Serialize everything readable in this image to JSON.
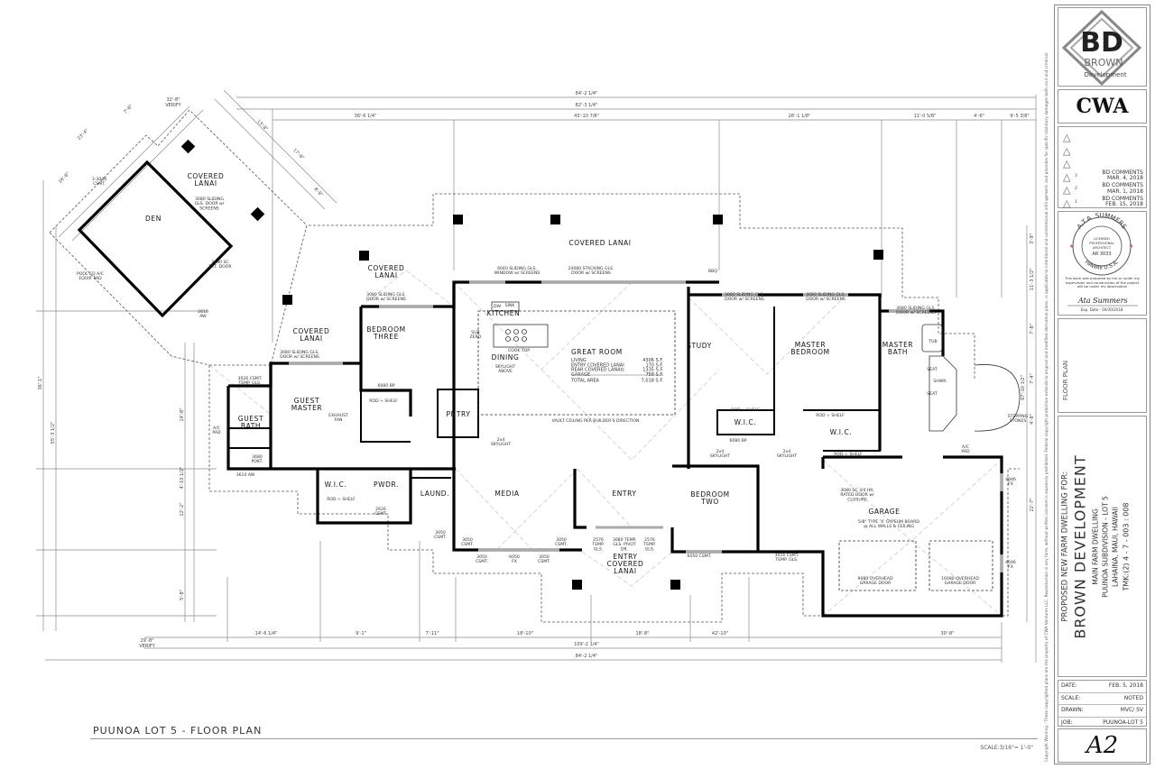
{
  "plan": {
    "rooms": [
      {
        "lines": [
          "COVERED",
          "LANAI"
        ]
      },
      {
        "lines": [
          "DEN"
        ]
      },
      {
        "lines": [
          "COVERED",
          "LANAI"
        ]
      },
      {
        "lines": [
          "COVERED LANAI"
        ]
      },
      {
        "lines": [
          "COVERED",
          "LANAI"
        ]
      },
      {
        "lines": [
          "BEDROOM",
          "THREE"
        ]
      },
      {
        "lines": [
          "GUEST",
          "MASTER"
        ]
      },
      {
        "lines": [
          "GUEST",
          "BATH"
        ]
      },
      {
        "lines": [
          "KITCHEN"
        ]
      },
      {
        "lines": [
          "DINING"
        ]
      },
      {
        "lines": [
          "GREAT ROOM"
        ]
      },
      {
        "lines": [
          "STUDY"
        ]
      },
      {
        "lines": [
          "MASTER",
          "BEDROOM"
        ]
      },
      {
        "lines": [
          "MASTER",
          "BATH"
        ]
      },
      {
        "lines": [
          "W.I.C."
        ]
      },
      {
        "lines": [
          "W.I.C."
        ]
      },
      {
        "lines": [
          "W.I.C."
        ]
      },
      {
        "lines": [
          "PWDR."
        ]
      },
      {
        "lines": [
          "LAUND."
        ]
      },
      {
        "lines": [
          "PNTRY"
        ]
      },
      {
        "lines": [
          "MEDIA"
        ]
      },
      {
        "lines": [
          "ENTRY"
        ]
      },
      {
        "lines": [
          "ENTRY",
          "COVERED",
          "LANAI"
        ]
      },
      {
        "lines": [
          "BEDROOM",
          "TWO"
        ]
      },
      {
        "lines": [
          "GARAGE"
        ]
      }
    ],
    "notes": [
      {
        "lines": [
          "3080 SLIDING",
          "GLS. DOOR w/",
          "SCREENS"
        ]
      },
      {
        "lines": [
          "3-3046",
          "CSMT."
        ]
      },
      {
        "lines": [
          "POOL EQ A/C",
          "EQUIP. PAD"
        ]
      },
      {
        "lines": [
          "2680 SC",
          "EXT. DOOR"
        ]
      },
      {
        "lines": [
          "2610",
          "AW"
        ]
      },
      {
        "lines": [
          "3080 SLIDING GLS.",
          "DOOR w/ SCREENS"
        ]
      },
      {
        "lines": [
          "3080 SLIDING GLS.",
          "DOOR w/ SCREENS"
        ]
      },
      {
        "lines": [
          "6040 SLIDING GLS.",
          "WINDOW w/ SCREENS"
        ]
      },
      {
        "lines": [
          "24080 STACKING GLS.",
          "DOOR w/ SCREENS"
        ]
      },
      {
        "lines": [
          "SINK"
        ]
      },
      {
        "lines": [
          "SUB",
          "ZERO"
        ]
      },
      {
        "lines": [
          "COOK TOP"
        ]
      },
      {
        "lines": [
          "SKYLIGHT",
          "ABOVE"
        ]
      },
      {
        "lines": [
          "VAULT CEILING PER BUILDER'S DIRECTION"
        ]
      },
      {
        "lines": [
          "3080 SLIDING GLS.",
          "DOOR w/ SCREENS"
        ]
      },
      {
        "lines": [
          "3080 SLIDING GLS.",
          "DOOR w/ SCREENS"
        ]
      },
      {
        "lines": [
          "3080 SLIDING GLS.",
          "DOOR w/ SCREENS"
        ]
      },
      {
        "lines": [
          "3026 CSMT.",
          "TEMP. GLS."
        ]
      },
      {
        "lines": [
          "EXHAUST",
          "FAN"
        ]
      },
      {
        "lines": [
          "A/C",
          "PAD"
        ]
      },
      {
        "lines": [
          "A/C",
          "PAD"
        ]
      },
      {
        "lines": [
          "STEPPING",
          "STONES"
        ]
      },
      {
        "lines": [
          "5/8\" TYPE 'X' GYPSUM BOARD",
          "@ ALL WALLS & CEILING"
        ]
      },
      {
        "lines": [
          "9080 OVERHEAD",
          "GARAGE DOOR"
        ]
      },
      {
        "lines": [
          "16080 OVERHEAD",
          "GARAGE DOOR"
        ]
      },
      {
        "lines": [
          "3080 SC 3/4 HR.",
          "RATED DOOR w/",
          "CLOSURE"
        ]
      },
      {
        "lines": [
          "6050 CSMT."
        ]
      },
      {
        "lines": [
          "3016 CSMT.",
          "TEMP. GLS."
        ]
      },
      {
        "lines": [
          "3050",
          "CSMT."
        ]
      },
      {
        "lines": [
          "3050",
          "CSMT."
        ]
      },
      {
        "lines": [
          "3050",
          "CSMT."
        ]
      },
      {
        "lines": [
          "6050",
          "FX"
        ]
      },
      {
        "lines": [
          "3050",
          "CSMT."
        ]
      },
      {
        "lines": [
          "2576",
          "TEMP.",
          "GLS."
        ]
      },
      {
        "lines": [
          "3080 TEMP.",
          "GLS. PIVOT",
          "DR."
        ]
      },
      {
        "lines": [
          "2576",
          "TEMP.",
          "GLS."
        ]
      },
      {
        "lines": [
          "4046",
          "FX"
        ]
      },
      {
        "lines": [
          "4046",
          "FX"
        ]
      },
      {
        "lines": [
          "3050",
          "CSMT."
        ]
      },
      {
        "lines": [
          "2626",
          "CSMT."
        ]
      },
      {
        "lines": [
          "6080 BP"
        ]
      },
      {
        "lines": [
          "ROD + SHELF"
        ]
      },
      {
        "lines": [
          "6080 BP"
        ]
      },
      {
        "lines": [
          "ROD + SHELF"
        ]
      },
      {
        "lines": [
          "ROD + SHELF"
        ]
      },
      {
        "lines": [
          "ROD + SHELF"
        ]
      },
      {
        "lines": [
          "ROD + SHELF"
        ]
      },
      {
        "lines": [
          "2x4",
          "SKYLIGHT"
        ]
      },
      {
        "lines": [
          "2x4",
          "SKYLIGHT"
        ]
      },
      {
        "lines": [
          "2x4",
          "SKYLIGHT"
        ]
      },
      {
        "lines": [
          "3680",
          "POKT."
        ]
      },
      {
        "lines": [
          "3610 AW"
        ]
      },
      {
        "lines": [
          "TUB"
        ]
      },
      {
        "lines": [
          "SHWR."
        ]
      },
      {
        "lines": [
          "SEAT"
        ]
      },
      {
        "lines": [
          "SEAT"
        ]
      },
      {
        "lines": [
          "BBQ"
        ]
      },
      {
        "lines": [
          "DW"
        ]
      }
    ],
    "area_table": {
      "title": "GREAT ROOM",
      "rows": [
        {
          "label": "LIVING",
          "value": "4306 S.F."
        },
        {
          "label": "ENTRY COVERED LANAI",
          "value": "170 S.F."
        },
        {
          "label": "REAR COVERED LANAIs",
          "value": "1335 S.F."
        },
        {
          "label": "GARAGE",
          "value": "758 S.F."
        },
        {
          "label": "TOTAL AREA",
          "value": "7,018 S.F."
        }
      ]
    },
    "dimensions": {
      "top": [
        "84'-2 1/4\"",
        "82'-3 1/4\"",
        "36'-6 1/4\"",
        "43'-10 7/8\"",
        "26'-1 1/8\"",
        "11'-0 5/8\"",
        "4'-6\"",
        "9'-5 3/8\"",
        "32'-8\"",
        "VERIFY"
      ],
      "bottom": [
        "14'-6 1/4\"",
        "9'-1\"",
        "7'-11\"",
        "18'-10\"",
        "18'-8\"",
        "42'-10\"",
        "30'-8\"",
        "109'-2 1/4\"",
        "84'-2 1/4\"",
        "29'-8\"",
        "VERIFY"
      ],
      "right": [
        "3'-9\"",
        "11'-3 1/2\"",
        "7'-8\"",
        "7'-4\"",
        "4'-8\"",
        "22'-7\"",
        "67'-10 1/2\""
      ],
      "left": [
        "36'-1\"",
        "55'-3 1/2\"",
        "14'-8\"",
        "4'-10 1/2\"",
        "12'-2\"",
        "5'-8\""
      ],
      "den": [
        "23'-4\"",
        "7'-8\"",
        "16'-8\"",
        "13'-8\"",
        "17'-8\"",
        "8'-8\""
      ]
    },
    "footer": {
      "title": "PUUNOA LOT 5 - FLOOR PLAN",
      "scale": "SCALE:3/16\"= 1'-0\""
    }
  },
  "title_block": {
    "logo": {
      "initials": "BD",
      "line1": "BROWN",
      "line2": "Development"
    },
    "firm": "CWA",
    "revisions": [
      {
        "num": "",
        "text": "",
        "date": ""
      },
      {
        "num": "",
        "text": "",
        "date": ""
      },
      {
        "num": "",
        "text": "",
        "date": ""
      },
      {
        "num": "3",
        "text": "BD COMMENTS",
        "date": "MAR. 4, 2018"
      },
      {
        "num": "2",
        "text": "BD COMMENTS",
        "date": "MAR. 1, 2018"
      },
      {
        "num": "1",
        "text": "BD COMMENTS",
        "date": "FEB. 15, 2018"
      }
    ],
    "stamp": {
      "ring_top": "A.T.A. SUMMERS",
      "ring_bottom": "HAWAII U.S.A.",
      "center": [
        "LICENSED",
        "PROFESSIONAL",
        "ARCHITECT",
        "AR 3033"
      ],
      "statement": "This work was prepared by me or under my supervision and construction of the project will be under my observation",
      "signature": "Ata Summers",
      "expiry": "Exp. Date - 04/30/2018"
    },
    "sheet_title": "FLOOR PLAN",
    "project": {
      "line1": "PROPOSED NEW FARM DWELLING FOR:",
      "client": "BROWN DEVELOPMENT",
      "line3": "MAIN FARM DWELLING",
      "line4": "PUUNOA SUBDIVISION - LOT 5",
      "line5": "LAHAINA, MAUI, HAWAII",
      "tmk": "TMK:(2) 4 - 7 - 003 : 008"
    },
    "info": [
      {
        "label": "DATE:",
        "value": "FEB. 5, 2018"
      },
      {
        "label": "SCALE:",
        "value": "NOTED"
      },
      {
        "label": "DRAWN:",
        "value": "MVC/ SV"
      },
      {
        "label": "JOB:",
        "value": "PUUNOA-LOT 5"
      }
    ],
    "sheet_number": "A2",
    "copyright": "Copyright Warning - These copyrighted plans are the property of CWA Ventures LLC. Reproduction in any form, without written consent is expressly prohibited. Federal copyright protection extends to original and modified derivative plans, is applicable to intentional and unintentional infringement, and provides for specific statutory damages both civil and criminal."
  }
}
